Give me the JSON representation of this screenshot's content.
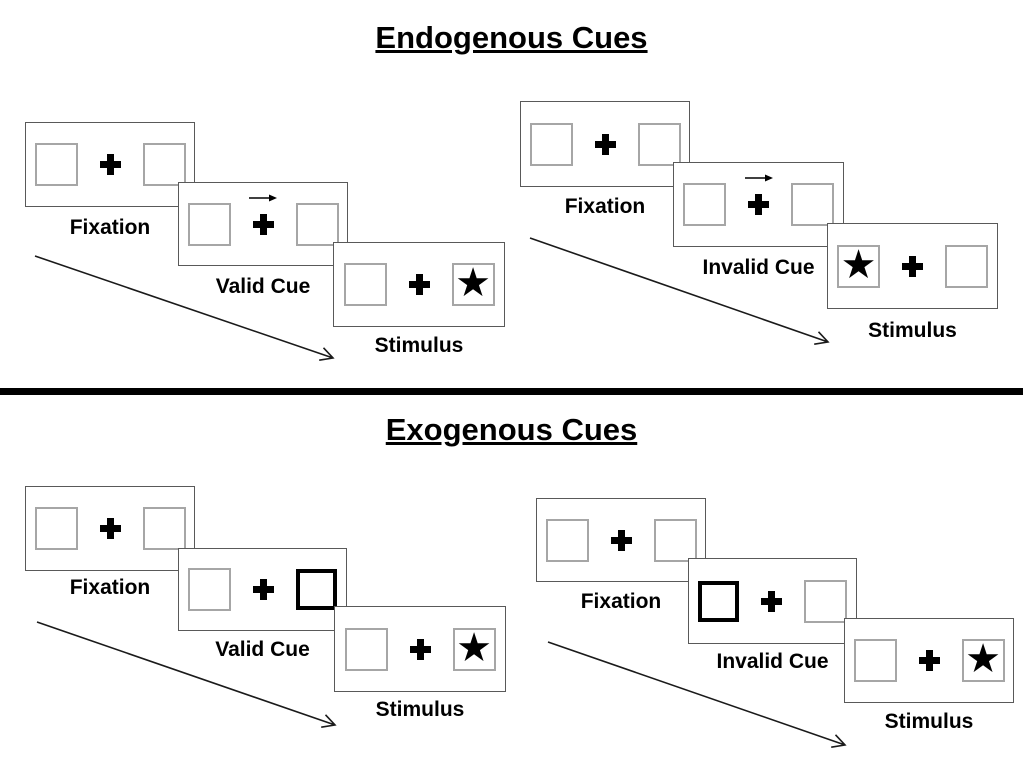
{
  "colors": {
    "panel_border": "#595959",
    "square_border": "#a6a6a6",
    "cue_highlight_border": "#000000",
    "divider": "#000000",
    "text": "#000000",
    "background": "#ffffff"
  },
  "glyphs": {
    "star": "★"
  },
  "endogenous": {
    "title": "Endogenous Cues",
    "valid": {
      "fixation_label": "Fixation",
      "cue_label": "Valid Cue",
      "stimulus_label": "Stimulus",
      "cue_type": "central-arrow-right",
      "target_side": "right"
    },
    "invalid": {
      "fixation_label": "Fixation",
      "cue_label": "Invalid Cue",
      "stimulus_label": "Stimulus",
      "cue_type": "central-arrow-right",
      "target_side": "left"
    }
  },
  "exogenous": {
    "title": "Exogenous Cues",
    "valid": {
      "fixation_label": "Fixation",
      "cue_label": "Valid Cue",
      "stimulus_label": "Stimulus",
      "cue_type": "peripheral-box-highlight-right",
      "target_side": "right"
    },
    "invalid": {
      "fixation_label": "Fixation",
      "cue_label": "Invalid Cue",
      "stimulus_label": "Stimulus",
      "cue_type": "peripheral-box-highlight-left",
      "target_side": "right"
    }
  }
}
